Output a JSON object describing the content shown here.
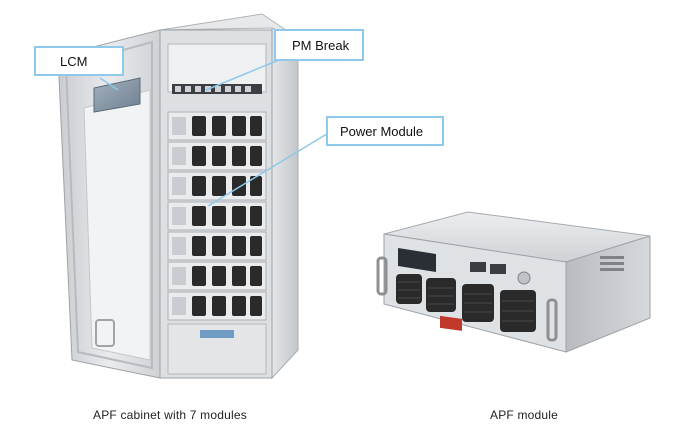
{
  "callouts": {
    "lcm": "LCM",
    "pm_break": "PM Break",
    "power_module": "Power Module"
  },
  "captions": {
    "cabinet": "APF cabinet with 7 modules",
    "module": "APF module"
  },
  "cabinet": {
    "module_count": 7
  },
  "colors": {
    "callout_border": "#8ec8ea",
    "leader_line": "#8ec8ea",
    "cabinet_body": "#d9dcdf",
    "fan": "#2a2a2a"
  }
}
